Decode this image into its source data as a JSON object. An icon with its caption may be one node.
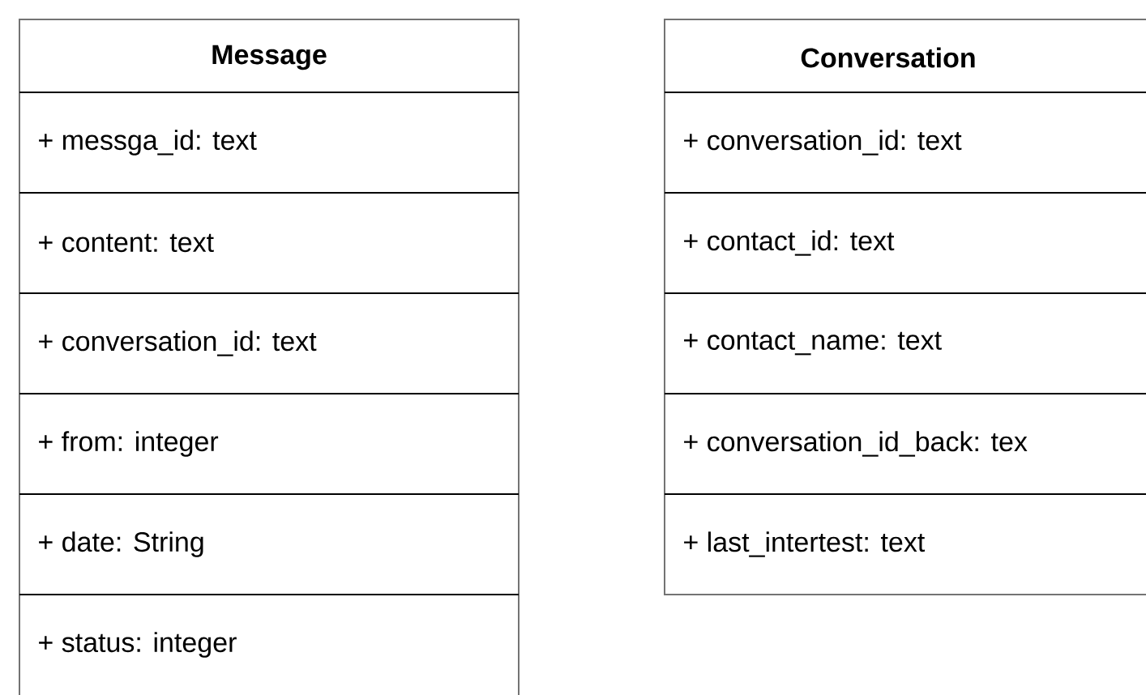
{
  "diagram": {
    "nodes": [
      {
        "text": [
          "Message",
          "+ messga_id: text",
          "+ content: text",
          "+ conversation_id: text",
          "+ from: integer",
          "+ date: String",
          "+ status: integer"
        ]
      },
      {
        "text": [
          "Conversation",
          "+ conversation_id: text",
          "+ contact_id: text",
          "+ contact_name: text",
          "+ conversation_id_back: tex",
          "+ last_intertest: text"
        ]
      }
    ]
  }
}
